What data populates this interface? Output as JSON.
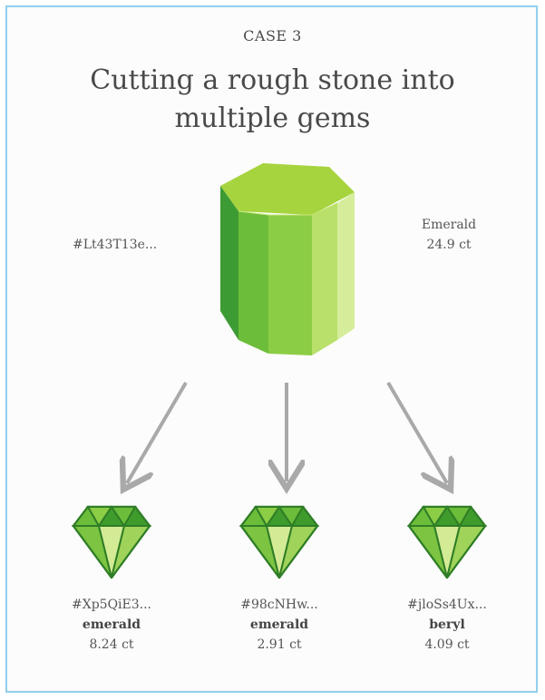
{
  "case_label": "CASE 3",
  "title_line1": "Cutting a rough stone into",
  "title_line2": "multiple gems",
  "rough": {
    "id": "#Lt43T13e...",
    "type": "Emerald",
    "weight": "24.9 ct"
  },
  "gems": [
    {
      "id": "#Xp5QiE3...",
      "type": "emerald",
      "weight": "8.24 ct"
    },
    {
      "id": "#98cNHw...",
      "type": "emerald",
      "weight": "2.91 ct"
    },
    {
      "id": "#jloSs4Ux...",
      "type": "beryl",
      "weight": "4.09 ct"
    }
  ],
  "colors": {
    "frame": "#8fd0ee",
    "green_dark": "#3f9b2c",
    "green_mid": "#7cc441",
    "green_light": "#c6e481",
    "arrow": "#a9a9a9"
  }
}
